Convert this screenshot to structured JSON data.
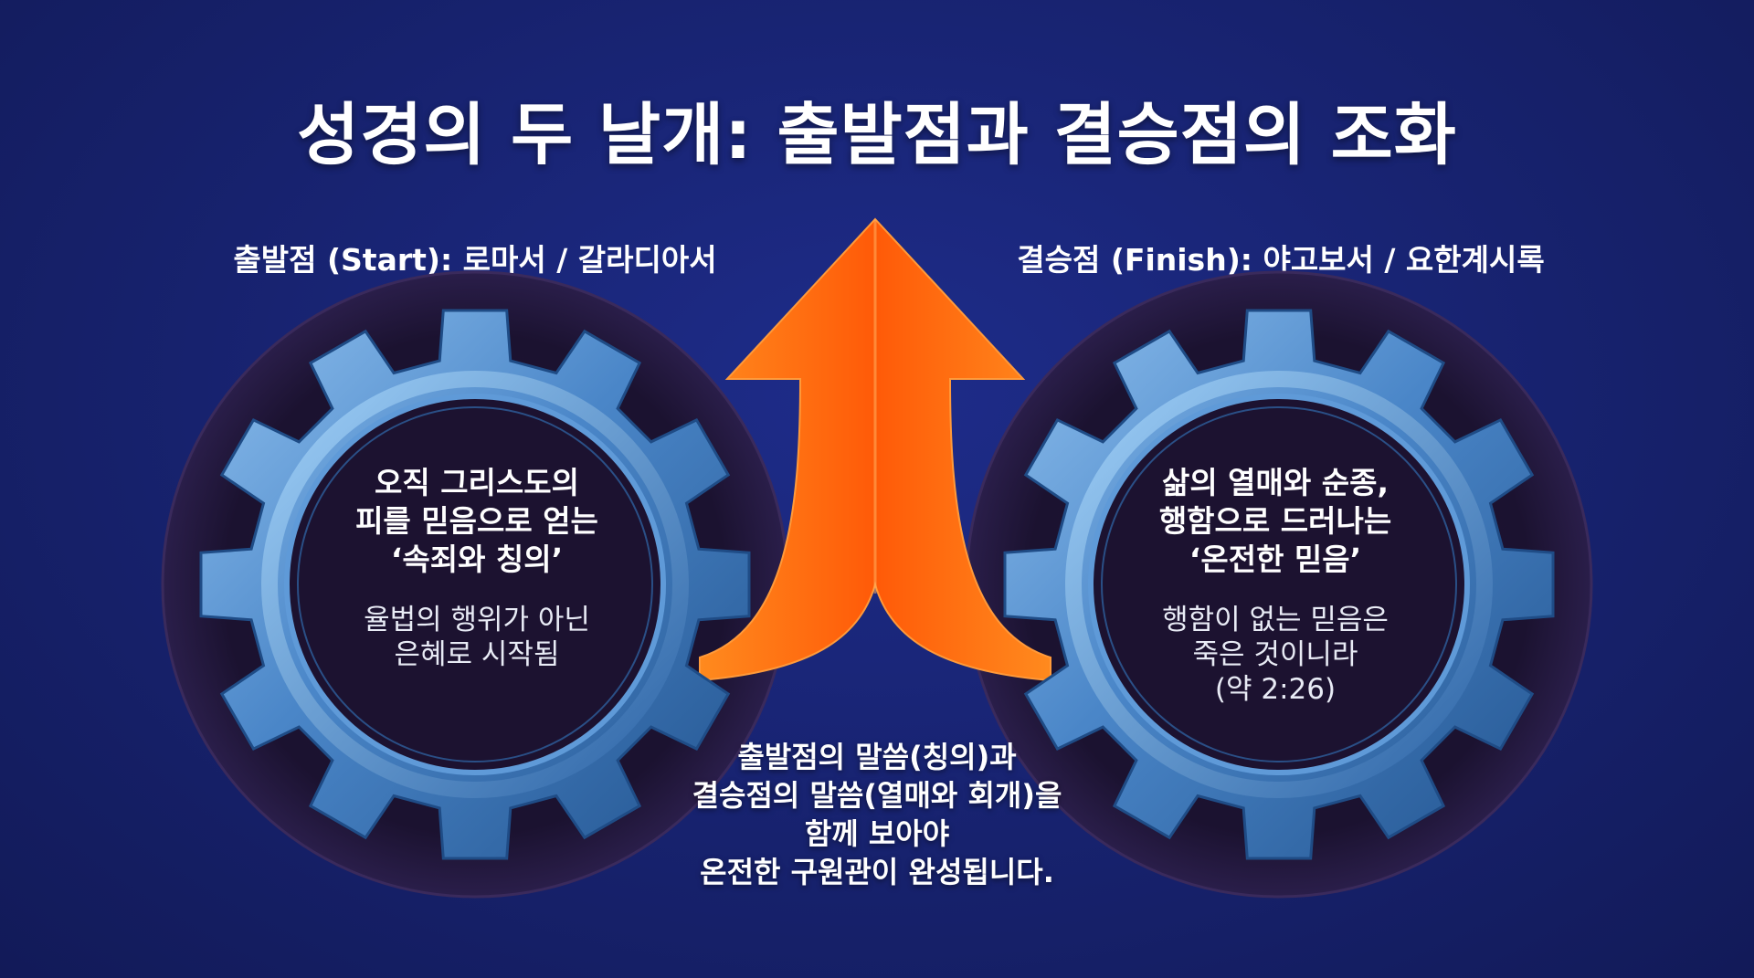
{
  "title": "성경의 두 날개: 출발점과 결승점의 조화",
  "left": {
    "heading": "출발점 (Start): 로마서 / 갈라디아서",
    "main": [
      "오직 그리스도의",
      "피를 믿음으로 얻는",
      "‘속죄와 칭의’"
    ],
    "sub": [
      "율법의 행위가 아닌",
      "은혜로 시작됨"
    ]
  },
  "right": {
    "heading": "결승점 (Finish): 야고보서 / 요한계시록",
    "main": [
      "삶의 열매와 순종,",
      "행함으로 드러나는",
      "‘온전한 믿음’"
    ],
    "sub": [
      "행함이 없는 믿음은",
      "죽은 것이니라",
      "(약 2:26)"
    ]
  },
  "center": {
    "lines": [
      "출발점의 말씀(칭의)과",
      "결승점의 말씀(열매와 회개)을",
      "함께 보아야",
      "온전한 구원관이 완성됩니다."
    ]
  },
  "colors": {
    "background": "#17226e",
    "gear": "#3f7cc2",
    "arrow": "#ff6a10",
    "disc": "#1c1230"
  },
  "icons": {
    "left_gear": "gear-icon",
    "right_gear": "gear-icon",
    "arrow": "merging-up-arrow-icon"
  }
}
